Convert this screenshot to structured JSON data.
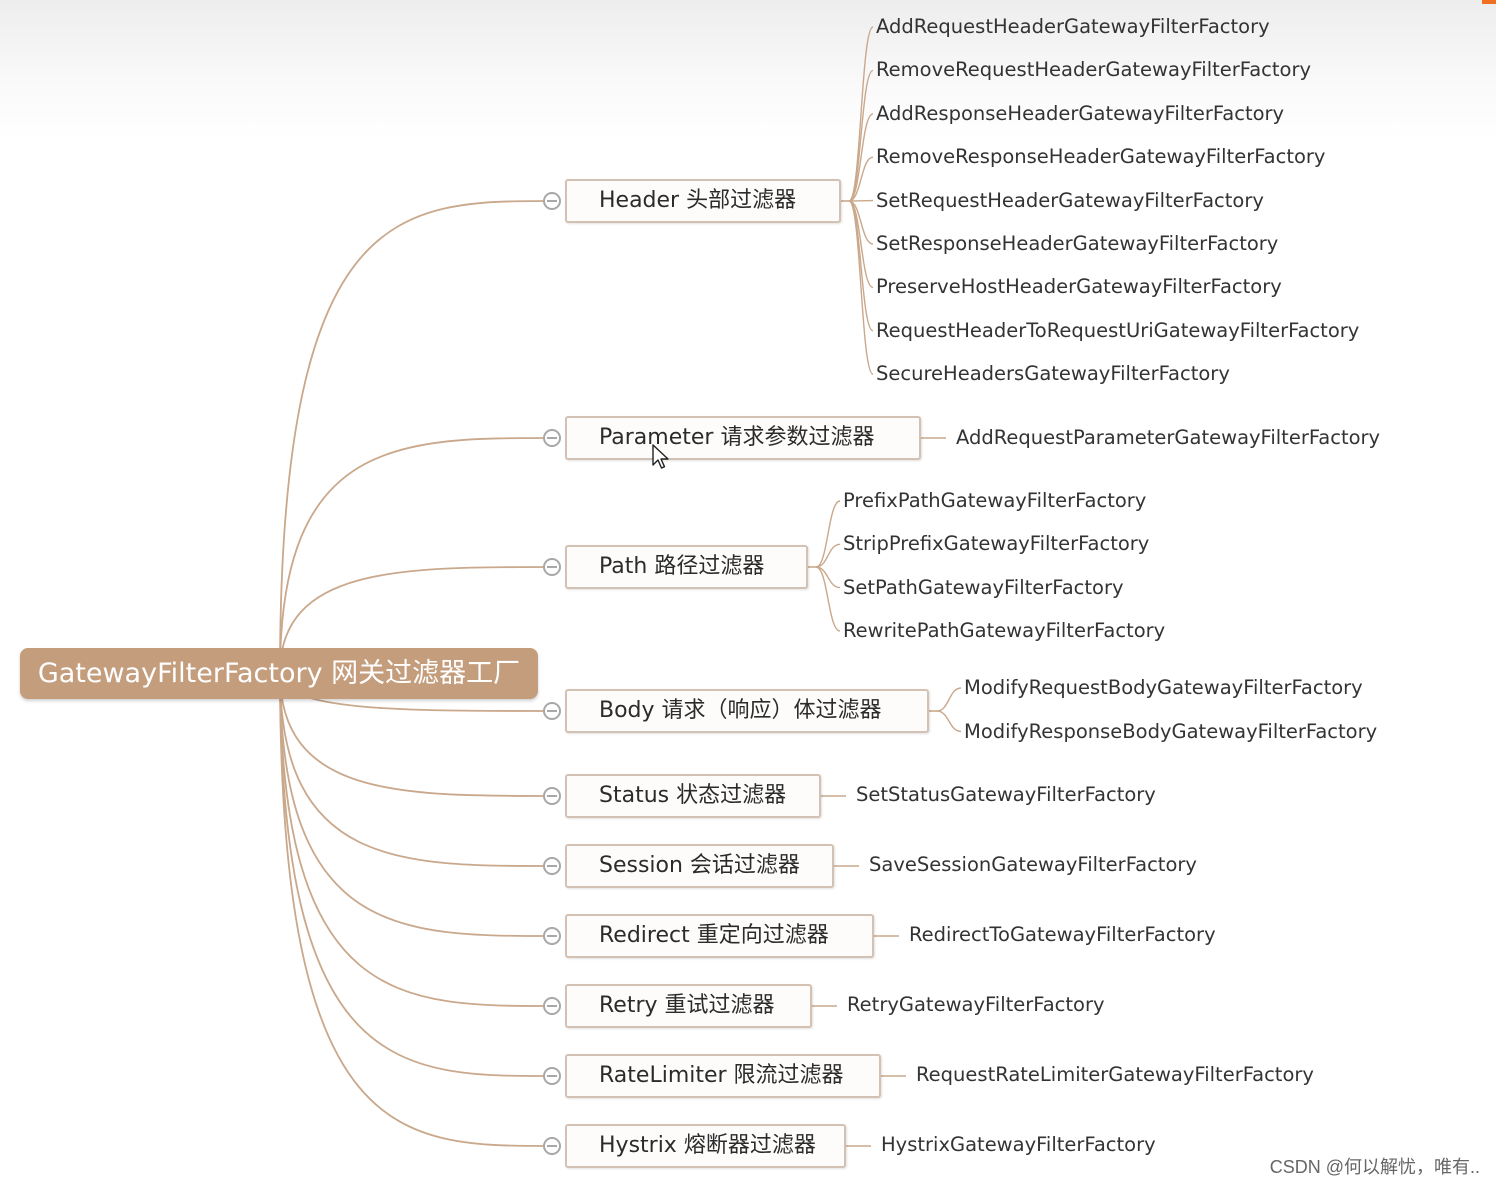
{
  "root": {
    "label": "GatewayFilterFactory 网关过滤器工厂"
  },
  "branches": [
    {
      "label": "Header 头部过滤器",
      "children": [
        "AddRequestHeaderGatewayFilterFactory",
        "RemoveRequestHeaderGatewayFilterFactory",
        "AddResponseHeaderGatewayFilterFactory",
        "RemoveResponseHeaderGatewayFilterFactory",
        "SetRequestHeaderGatewayFilterFactory",
        "SetResponseHeaderGatewayFilterFactory",
        "PreserveHostHeaderGatewayFilterFactory",
        "RequestHeaderToRequestUriGatewayFilterFactory",
        "SecureHeadersGatewayFilterFactory"
      ]
    },
    {
      "label": "Parameter 请求参数过滤器",
      "children": [
        "AddRequestParameterGatewayFilterFactory"
      ]
    },
    {
      "label": "Path 路径过滤器",
      "children": [
        "PrefixPathGatewayFilterFactory",
        "StripPrefixGatewayFilterFactory",
        "SetPathGatewayFilterFactory",
        "RewritePathGatewayFilterFactory"
      ]
    },
    {
      "label": "Body 请求（响应）体过滤器",
      "children": [
        "ModifyRequestBodyGatewayFilterFactory",
        "ModifyResponseBodyGatewayFilterFactory"
      ]
    },
    {
      "label": "Status 状态过滤器",
      "children": [
        "SetStatusGatewayFilterFactory"
      ]
    },
    {
      "label": "Session 会话过滤器",
      "children": [
        "SaveSessionGatewayFilterFactory"
      ]
    },
    {
      "label": "Redirect 重定向过滤器",
      "children": [
        "RedirectToGatewayFilterFactory"
      ]
    },
    {
      "label": "Retry 重试过滤器",
      "children": [
        "RetryGatewayFilterFactory"
      ]
    },
    {
      "label": "RateLimiter 限流过滤器",
      "children": [
        "RequestRateLimiterGatewayFilterFactory"
      ]
    },
    {
      "label": "Hystrix 熔断器过滤器",
      "children": [
        "HystrixGatewayFilterFactory"
      ]
    }
  ],
  "watermark": "CSDN @何以解忧，唯有..",
  "colors": {
    "root_fill": "#c49d7d",
    "edge": "#c9a88c",
    "branch_border": "#d3c2b3",
    "toggle": "#a8a8a8"
  },
  "icons": {
    "toggle": "collapse-minus-icon",
    "cursor": "mouse-cursor-icon"
  }
}
